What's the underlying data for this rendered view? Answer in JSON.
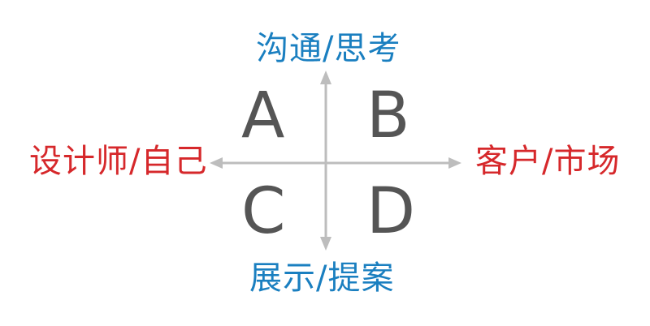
{
  "axes": {
    "top_label": "沟通/思考",
    "bottom_label": "展示/提案",
    "left_label": "设计师/自己",
    "right_label": "客户/市场"
  },
  "quadrants": {
    "top_left": "A",
    "top_right": "B",
    "bottom_left": "C",
    "bottom_right": "D"
  },
  "colors": {
    "vertical_axis_labels": "#1a7fc0",
    "horizontal_axis_labels": "#d6282b",
    "quadrant_letters": "#555555",
    "axis_lines": "#bdbdbd"
  }
}
